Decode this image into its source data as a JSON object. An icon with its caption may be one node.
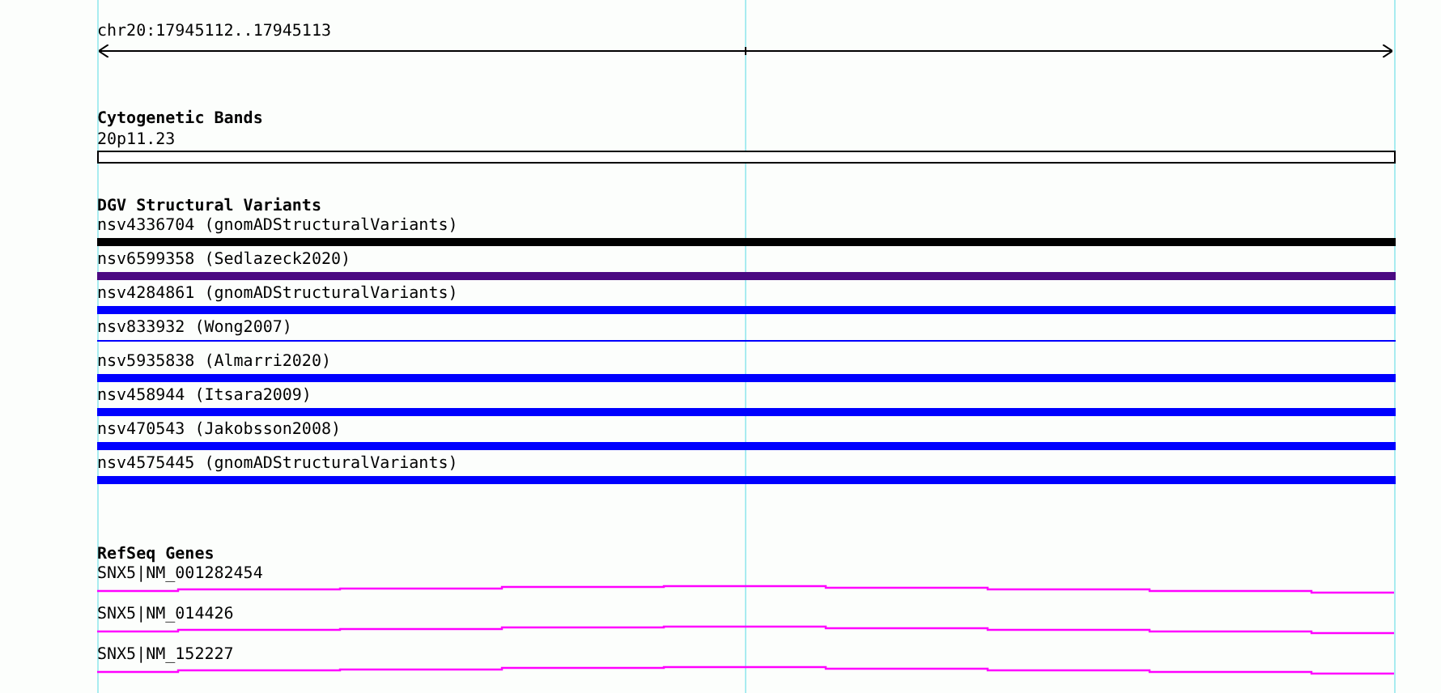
{
  "diagram": {
    "nodes": [
      {
        "text": [
          "Cytogenetic Bands"
        ]
      },
      {
        "text": [
          "20p11.23"
        ],
        "in": 0
      },
      {
        "text": [
          "DGV Structural Variants"
        ]
      },
      {
        "text": [
          "nsv4336704 (gnomADStructuralVariants)"
        ],
        "in": 2
      },
      {
        "text": [
          "nsv6599358 (Sedlazeck2020)"
        ],
        "in": 2
      },
      {
        "text": [
          "nsv4284861 (gnomADStructuralVariants)"
        ],
        "in": 2
      },
      {
        "text": [
          "nsv833932 (Wong2007)"
        ],
        "in": 2
      },
      {
        "text": [
          "nsv5935838 (Almarri2020)"
        ],
        "in": 2
      },
      {
        "text": [
          "nsv458944 (Itsara2009)"
        ],
        "in": 2
      },
      {
        "text": [
          "nsv470543 (Jakobsson2008)"
        ],
        "in": 2
      },
      {
        "text": [
          "nsv4575445 (gnomADStructuralVariants)"
        ],
        "in": 2
      },
      {
        "text": [
          "RefSeq Genes"
        ]
      },
      {
        "text": [
          "SNX5|NM_001282454"
        ],
        "in": 11
      },
      {
        "text": [
          "SNX5|NM_014426"
        ],
        "in": 11
      },
      {
        "text": [
          "SNX5|NM_152227"
        ],
        "in": 11
      }
    ],
    "labels": [
      "chr20:17945112..17945113"
    ]
  }
}
